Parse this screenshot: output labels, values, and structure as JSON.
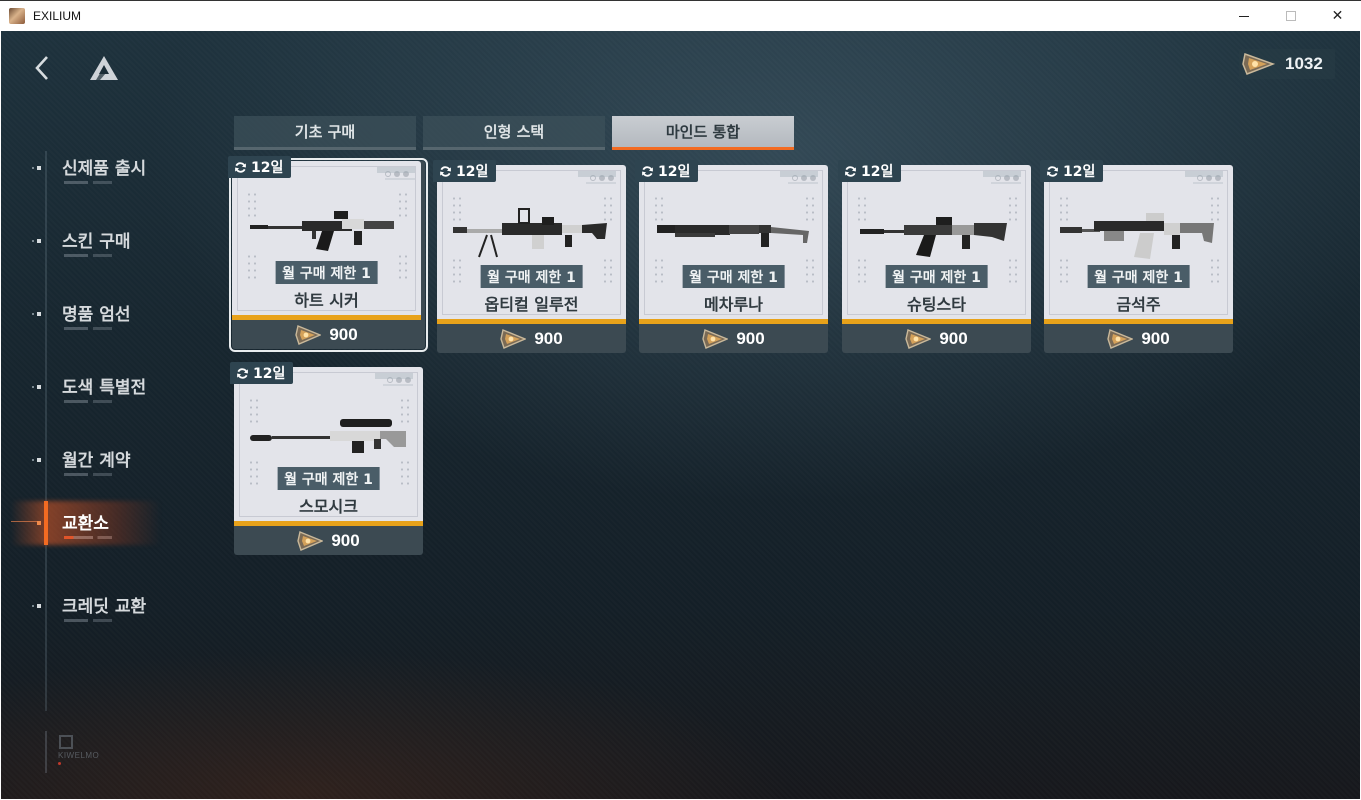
{
  "window": {
    "title": "EXILIUM",
    "controls": {
      "minimize": "—",
      "maximize": "☐",
      "close": "✕"
    }
  },
  "header": {
    "currency_value": "1032",
    "icons": {
      "back": "chevron-left-icon",
      "home": "home-triangle-icon",
      "currency": "currency-gem-icon"
    }
  },
  "sidebar": {
    "items": [
      {
        "label": "신제품 출시",
        "active": false
      },
      {
        "label": "스킨 구매",
        "active": false
      },
      {
        "label": "명품 엄선",
        "active": false
      },
      {
        "label": "도색 특별전",
        "active": false
      },
      {
        "label": "월간 계약",
        "active": false
      },
      {
        "label": "교환소",
        "active": true
      },
      {
        "label": "크레딧 교환",
        "active": false
      }
    ],
    "brand": "KIWELMO"
  },
  "tabs": [
    {
      "label": "기초 구매",
      "active": false
    },
    {
      "label": "인형 스택",
      "active": false
    },
    {
      "label": "마인드 통합",
      "active": true
    }
  ],
  "items": [
    {
      "timer": "12일",
      "limit": "월 구매 제한 1",
      "name": "하트 시커",
      "price": "900",
      "selected": true
    },
    {
      "timer": "12일",
      "limit": "월 구매 제한 1",
      "name": "옵티컬 일루전",
      "price": "900",
      "selected": false
    },
    {
      "timer": "12일",
      "limit": "월 구매 제한 1",
      "name": "메차루나",
      "price": "900",
      "selected": false
    },
    {
      "timer": "12일",
      "limit": "월 구매 제한 1",
      "name": "슈팅스타",
      "price": "900",
      "selected": false
    },
    {
      "timer": "12일",
      "limit": "월 구매 제한 1",
      "name": "금석주",
      "price": "900",
      "selected": false
    },
    {
      "timer": "12일",
      "limit": "월 구매 제한 1",
      "name": "스모시크",
      "price": "900",
      "selected": false
    }
  ],
  "colors": {
    "accent": "#f36b22",
    "stripe": "#e8a21a",
    "card_bg": "#e3e4ea",
    "price_bg": "#3c4a52",
    "timer_bg": "#2e4450"
  }
}
